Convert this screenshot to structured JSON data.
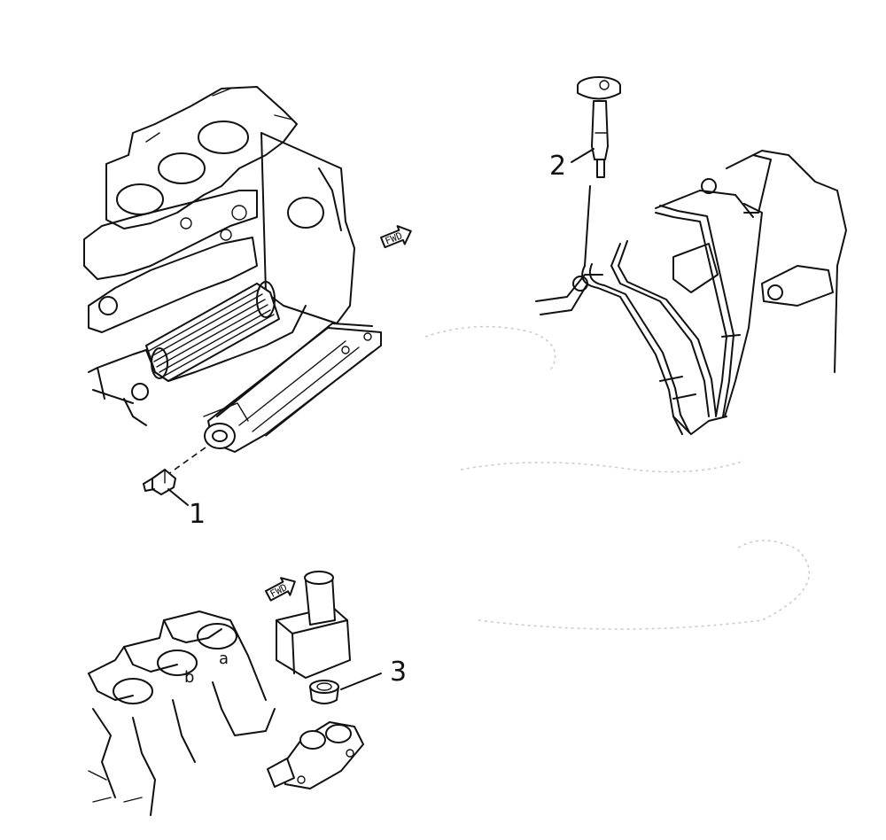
{
  "callouts": {
    "part_1": "1",
    "part_2": "2",
    "part_3": "3"
  },
  "markers": {
    "label_a": "a",
    "label_b": "b"
  },
  "direction_tags": {
    "fwd_top": "FWD",
    "fwd_bottom": "FWD"
  },
  "colors": {
    "ink": "#111111",
    "paper": "#ffffff"
  }
}
